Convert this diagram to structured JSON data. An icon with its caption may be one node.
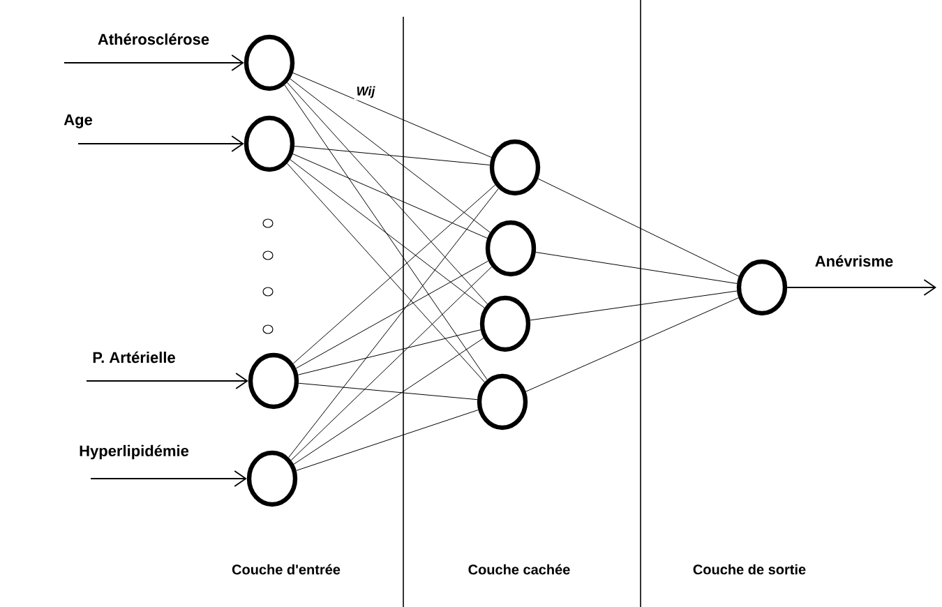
{
  "diagram": {
    "nodes": [
      {
        "text": [],
        "shape": "circle"
      },
      {
        "text": [],
        "shape": "circle"
      },
      {
        "text": [],
        "shape": "circle"
      },
      {
        "text": [],
        "shape": "circle"
      },
      {
        "text": [],
        "shape": "circle"
      },
      {
        "text": [],
        "shape": "circle"
      },
      {
        "text": [],
        "shape": "circle"
      },
      {
        "text": [],
        "shape": "circle"
      },
      {
        "text": [],
        "shape": "circle"
      }
    ],
    "edges": [
      {
        "from": null,
        "to": 0,
        "arrow": "to",
        "label": "Athérosclérose"
      },
      {
        "from": null,
        "to": 1,
        "arrow": "to",
        "label": "Age"
      },
      {
        "from": null,
        "to": 2,
        "arrow": "to",
        "label": "P. Artérielle"
      },
      {
        "from": null,
        "to": 3,
        "arrow": "to",
        "label": "Hyperlipidémie"
      },
      {
        "from": 0,
        "to": 4,
        "arrow": "none"
      },
      {
        "from": 0,
        "to": 5,
        "arrow": "none"
      },
      {
        "from": 0,
        "to": 6,
        "arrow": "none"
      },
      {
        "from": 0,
        "to": 7,
        "arrow": "none"
      },
      {
        "from": 1,
        "to": 4,
        "arrow": "none"
      },
      {
        "from": 1,
        "to": 5,
        "arrow": "none"
      },
      {
        "from": 1,
        "to": 6,
        "arrow": "none"
      },
      {
        "from": 1,
        "to": 7,
        "arrow": "none"
      },
      {
        "from": 2,
        "to": 4,
        "arrow": "none"
      },
      {
        "from": 2,
        "to": 5,
        "arrow": "none"
      },
      {
        "from": 2,
        "to": 6,
        "arrow": "none"
      },
      {
        "from": 2,
        "to": 7,
        "arrow": "none"
      },
      {
        "from": 3,
        "to": 4,
        "arrow": "none"
      },
      {
        "from": 3,
        "to": 5,
        "arrow": "none"
      },
      {
        "from": 3,
        "to": 6,
        "arrow": "none"
      },
      {
        "from": 3,
        "to": 7,
        "arrow": "none"
      },
      {
        "from": 4,
        "to": 8,
        "arrow": "none"
      },
      {
        "from": 5,
        "to": 8,
        "arrow": "none"
      },
      {
        "from": 6,
        "to": 8,
        "arrow": "none"
      },
      {
        "from": 7,
        "to": 8,
        "arrow": "none"
      },
      {
        "from": 8,
        "to": null,
        "arrow": "to",
        "label": "Anévrisme"
      }
    ],
    "labels": [
      "Wij",
      "Couche d'entrée",
      "Couche cachée",
      "Couche de sortie"
    ]
  }
}
